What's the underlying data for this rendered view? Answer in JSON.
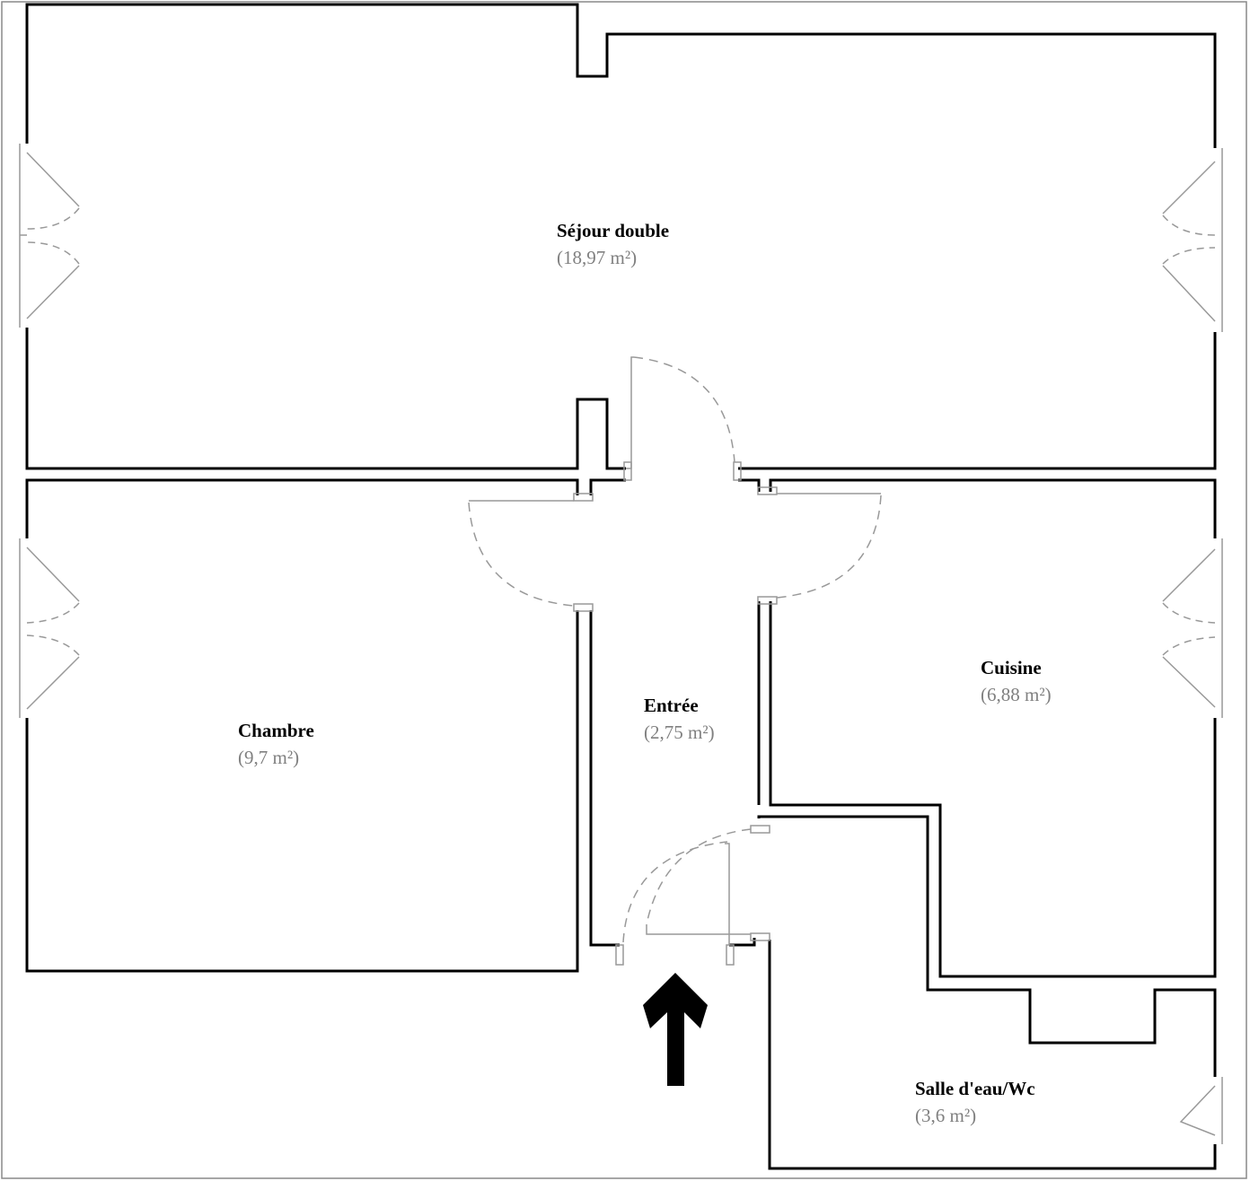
{
  "rooms": [
    {
      "name": "Séjour double",
      "area": "(18,97 m²)"
    },
    {
      "name": "Chambre",
      "area": "(9,7 m²)"
    },
    {
      "name": "Entrée",
      "area": "(2,75 m²)"
    },
    {
      "name": "Cuisine",
      "area": "(6,88 m²)"
    },
    {
      "name": "Salle d'eau/Wc",
      "area": "(3,6 m²)"
    }
  ],
  "colors": {
    "wall": "#000000",
    "door": "#999999",
    "label_area": "#808080"
  }
}
